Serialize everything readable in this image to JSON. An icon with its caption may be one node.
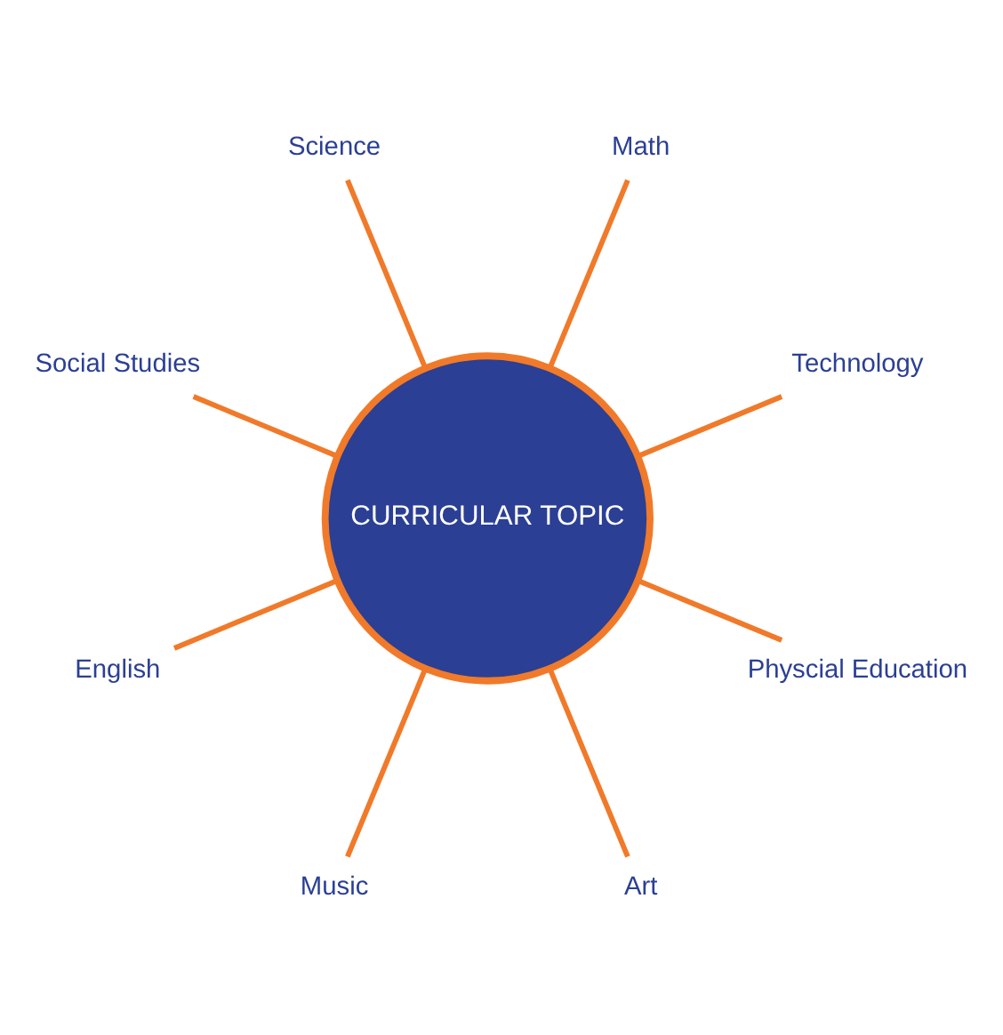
{
  "diagram": {
    "nodes": [
      {
        "text": [
          "Technology"
        ]
      },
      {
        "text": [
          "Math"
        ]
      },
      {
        "text": [
          "Science"
        ]
      },
      {
        "text": [
          "Social Studies"
        ]
      },
      {
        "text": [
          "CURRICULAR TOPIC"
        ]
      },
      {
        "text": [
          "English"
        ]
      },
      {
        "text": [
          "Music"
        ]
      },
      {
        "text": [
          "Art"
        ]
      },
      {
        "text": [
          "Physcial Education"
        ]
      }
    ],
    "edges": [
      {
        "from": 4,
        "to": 0,
        "arrow": "none"
      },
      {
        "from": 4,
        "to": 2,
        "arrow": "none"
      },
      {
        "from": 4,
        "to": 5,
        "arrow": "none"
      },
      {
        "from": 4,
        "to": 7,
        "arrow": "none"
      },
      {
        "from": 4,
        "to": 8,
        "arrow": "none"
      },
      {
        "from": 4,
        "to": 6,
        "arrow": "none"
      },
      {
        "from": 4,
        "to": 3,
        "arrow": "none"
      },
      {
        "from": 4,
        "to": 1,
        "arrow": "none"
      }
    ]
  }
}
